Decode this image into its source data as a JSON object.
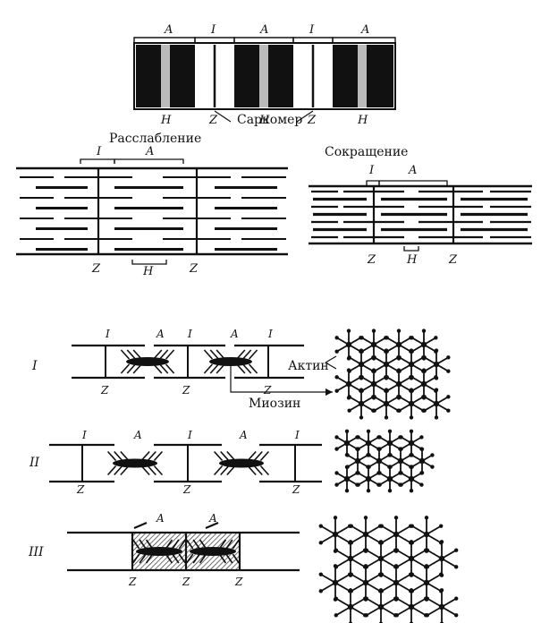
{
  "colors": {
    "ink": "#111111",
    "paper": "#ffffff",
    "hatch": "#555555"
  },
  "sarcomere_strip": {
    "bracket_labels": [
      "A",
      "I",
      "A",
      "I",
      "A"
    ],
    "bottom_labels": [
      "H",
      "Z",
      "H",
      "Z",
      "H"
    ],
    "caption": "Саркомер"
  },
  "relaxed": {
    "title": "Расслабление",
    "top_labels": [
      "I",
      "A"
    ],
    "bottom_labels": [
      "Z",
      "H",
      "Z"
    ]
  },
  "contracted": {
    "title": "Сокращение",
    "top_labels": [
      "I",
      "A"
    ],
    "bottom_labels": [
      "Z",
      "H",
      "Z"
    ]
  },
  "states": [
    {
      "roman": "I",
      "top_labels": [
        "I",
        "A",
        "I",
        "A",
        "I"
      ],
      "z_labels": [
        "Z",
        "Z",
        "Z"
      ]
    },
    {
      "roman": "II",
      "top_labels": [
        "I",
        "A",
        "I",
        "A",
        "I"
      ],
      "z_labels": [
        "Z",
        "Z",
        "Z"
      ]
    },
    {
      "roman": "III",
      "top_labels": [
        "A",
        "A"
      ],
      "z_labels": [
        "Z",
        "Z",
        "Z"
      ]
    }
  ],
  "filament_labels": {
    "actin": "Актин",
    "myosin": "Миозин"
  }
}
